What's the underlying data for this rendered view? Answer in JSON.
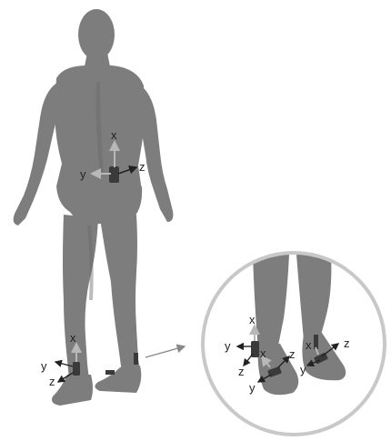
{
  "figure": {
    "description_icons": [
      "human-figure",
      "sensor-box",
      "axis-arrow",
      "zoom-arrow",
      "magnifier-circle"
    ],
    "colors": {
      "body": "#7d7d7d",
      "body_shadow": "#6a6a6a",
      "sensor": "#3a3a3a",
      "axis_dark": "#222222",
      "axis_light": "#b8b8b8",
      "circle_border": "#c8c8c8"
    }
  },
  "waist_sensor": {
    "x_label": "x",
    "y_label": "y",
    "z_label": "z"
  },
  "ankle_sensor_main": {
    "x_label": "x",
    "y_label": "y",
    "z_label": "z"
  },
  "zoom": {
    "left_ankle": {
      "x_label": "x",
      "y_label": "y",
      "z_label": "z"
    },
    "left_foot": {
      "x_label": "x",
      "y_label": "y",
      "z_label": "z"
    },
    "right_ankle": {
      "x_label": "x",
      "y_label": "y",
      "z_label": "z"
    }
  }
}
